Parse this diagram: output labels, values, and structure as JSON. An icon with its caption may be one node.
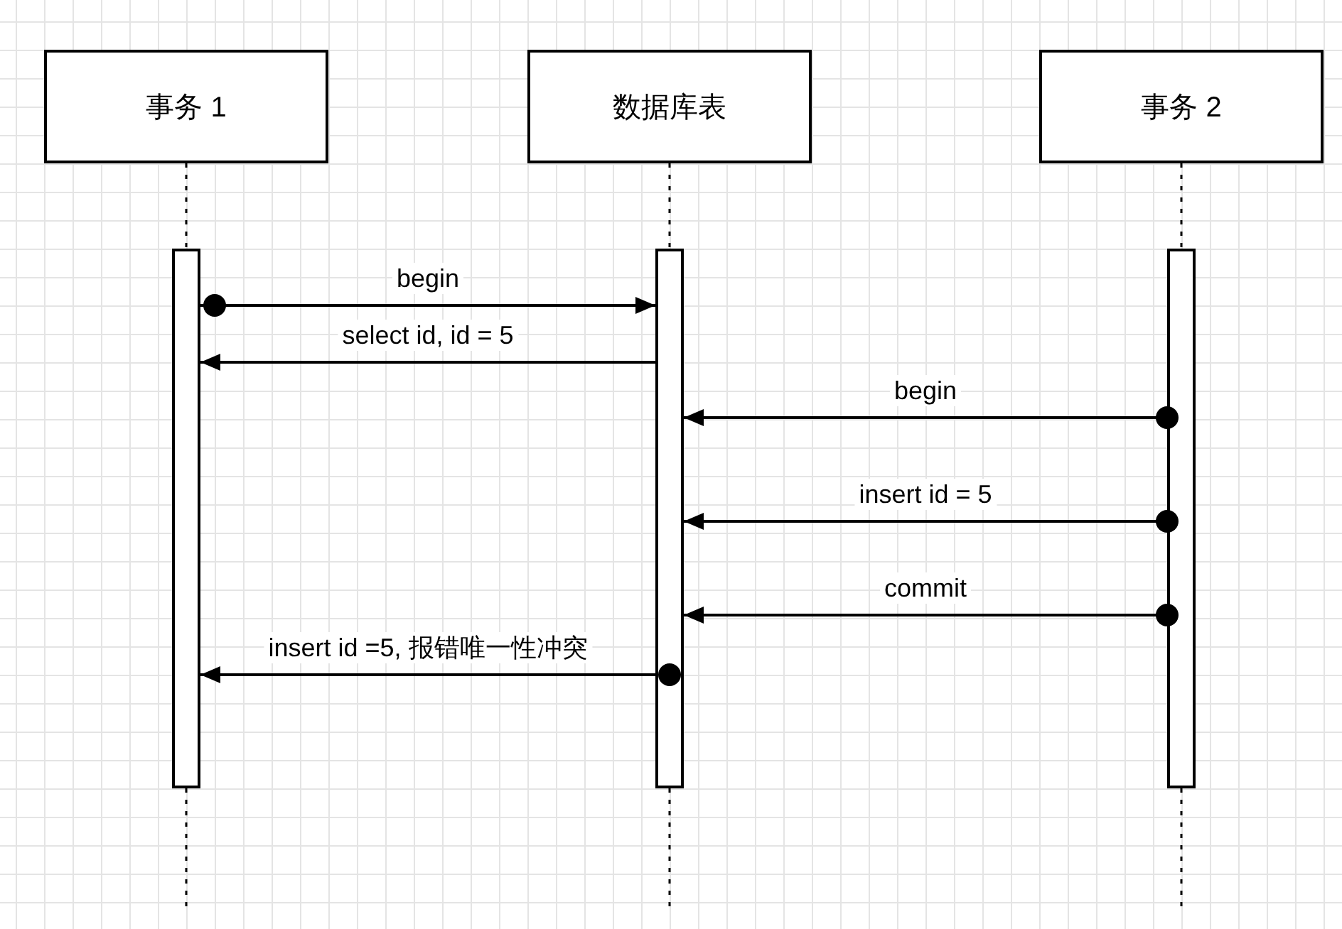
{
  "diagram": {
    "nodes": [
      {
        "text": [
          "事务 1"
        ]
      },
      {
        "text": [
          "数据库表"
        ]
      },
      {
        "text": [
          "事务 2"
        ]
      },
      {
        "text": [],
        "shape": "bar"
      },
      {
        "text": [],
        "shape": "bar"
      },
      {
        "text": [],
        "shape": "bar"
      }
    ],
    "edges": [
      {
        "from": 0,
        "to": 3,
        "arrow": "none",
        "style": "dashed"
      },
      {
        "from": 1,
        "to": 4,
        "arrow": "none",
        "style": "dashed"
      },
      {
        "from": 2,
        "to": 5,
        "arrow": "none",
        "style": "dashed"
      },
      {
        "from": 3,
        "to": 4,
        "arrow": "to",
        "label": "begin"
      },
      {
        "from": 4,
        "to": 3,
        "arrow": "to",
        "label": "select id, id = 5"
      },
      {
        "from": 5,
        "to": 4,
        "arrow": "to",
        "label": "begin"
      },
      {
        "from": 5,
        "to": 4,
        "arrow": "to",
        "label": "insert id = 5"
      },
      {
        "from": 5,
        "to": 4,
        "arrow": "to",
        "label": "commit"
      },
      {
        "from": 4,
        "to": 3,
        "arrow": "to",
        "label": "insert id =5, 报错唯一性冲突"
      }
    ]
  }
}
